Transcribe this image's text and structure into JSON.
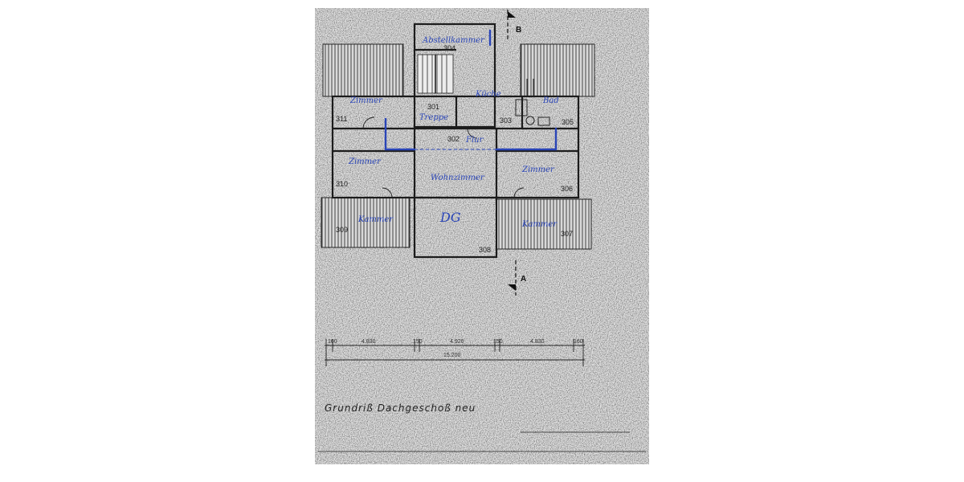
{
  "plan": {
    "caption": "Grundriß Dachgeschoß neu",
    "floor_label": "DG",
    "section_marks": {
      "top": "B",
      "bottom": "A"
    },
    "rooms": [
      {
        "number": "304",
        "handwritten": "Abstellkammer"
      },
      {
        "number": "301",
        "handwritten": "Treppe"
      },
      {
        "number": "302",
        "handwritten": "Flur"
      },
      {
        "number": "303",
        "handwritten": "Küche"
      },
      {
        "number": "305",
        "handwritten": "Bad"
      },
      {
        "number": "306",
        "handwritten": "Zimmer"
      },
      {
        "number": "307",
        "handwritten": "Kammer"
      },
      {
        "number": "308",
        "handwritten": "Wohnzimmer"
      },
      {
        "number": "309",
        "handwritten": "Kammer"
      },
      {
        "number": "310",
        "handwritten": "Zimmer"
      },
      {
        "number": "311",
        "handwritten": "Zimmer"
      }
    ],
    "dimensions": {
      "segments": [
        "160",
        "4.830",
        "150",
        "4.920",
        "150",
        "4.830",
        "160"
      ],
      "total": "15.200"
    }
  }
}
